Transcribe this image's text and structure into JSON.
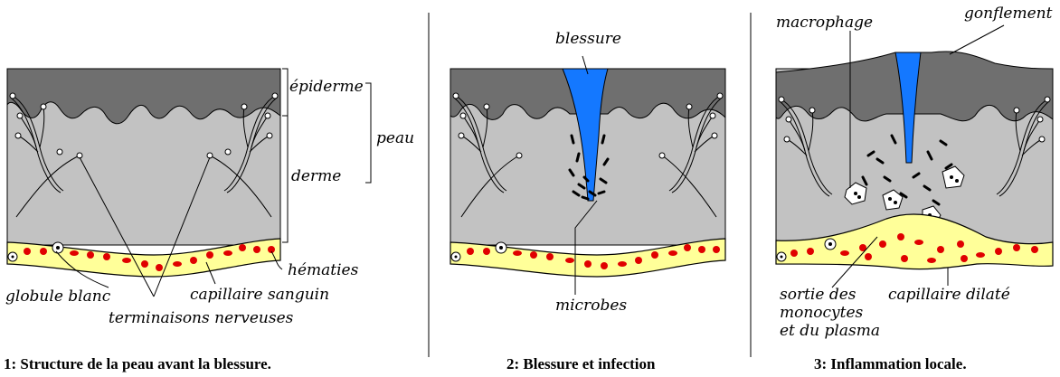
{
  "panel1": {
    "caption": "1: Structure de la peau avant la blessure.",
    "labels": {
      "epidermis": "épiderme",
      "skin": "peau",
      "dermis": "derme",
      "red_cells": "hématies",
      "white_cell": "globule blanc",
      "capillary": "capillaire sanguin",
      "nerve_endings": "terminaisons nerveuses"
    }
  },
  "panel2": {
    "caption": "2: Blessure et infection",
    "labels": {
      "wound": "blessure",
      "microbes": "microbes"
    }
  },
  "panel3": {
    "caption": "3: Inflammation locale.",
    "labels": {
      "macrophage": "macrophage",
      "swelling": "gonflement",
      "exit_line1": "sortie des",
      "exit_line2": "monocytes",
      "exit_line3": "et du plasma",
      "dilated_capillary": "capillaire dilaté"
    }
  },
  "colors": {
    "epidermis": "#6f6f6f",
    "dermis": "#c2c2c2",
    "capillary": "#ffff99",
    "red_cell": "#e00000",
    "wound": "#1478ff"
  }
}
